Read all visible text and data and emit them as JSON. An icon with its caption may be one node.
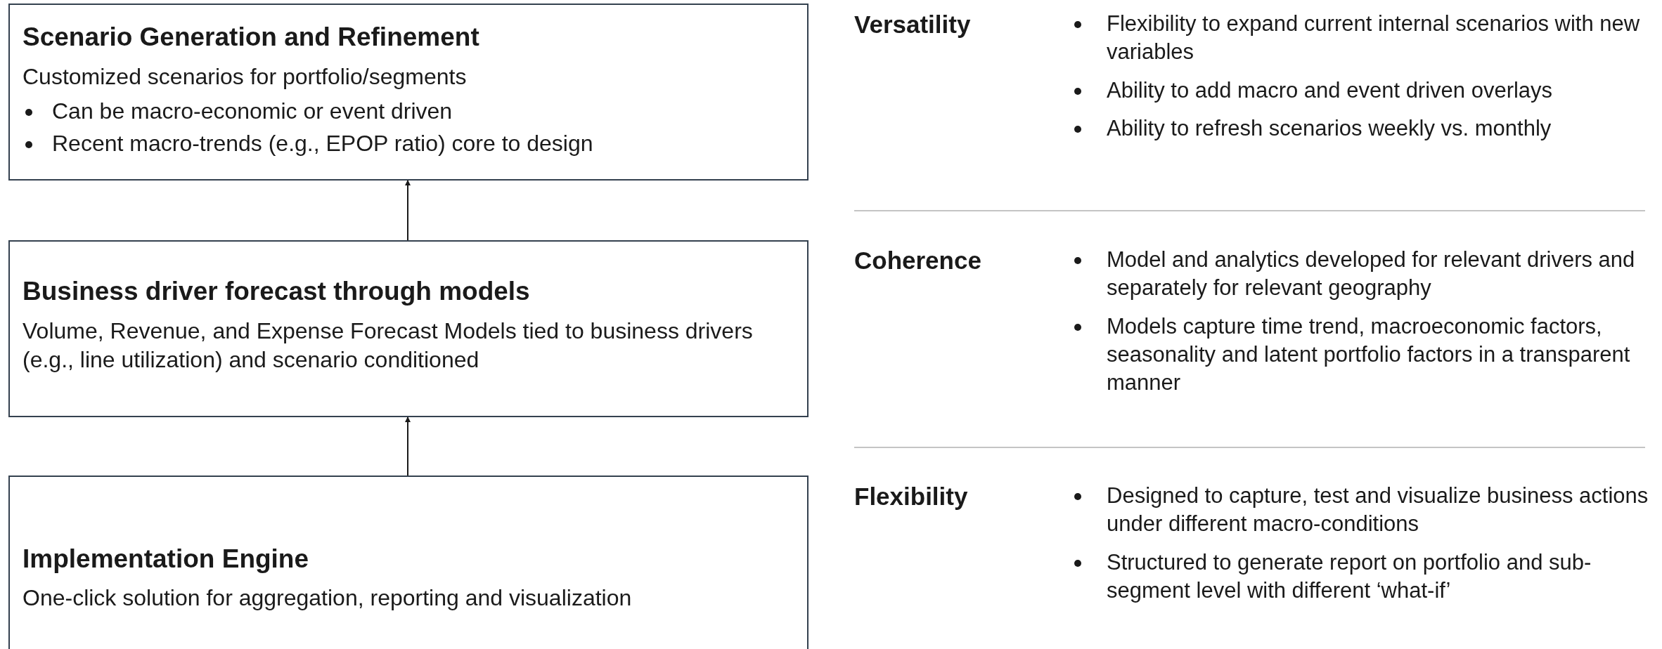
{
  "diagram": {
    "nodes": [
      {
        "text": [
          "Scenario Generation and Refinement",
          "Customized scenarios for portfolio/segments",
          "Can be macro-economic or event driven",
          "Recent macro-trends (e.g., EPOP ratio) core to design"
        ]
      },
      {
        "text": [
          "Business driver forecast through models",
          "Volume, Revenue, and Expense Forecast Models tied to business drivers (e.g., line utilization) and scenario conditioned"
        ]
      },
      {
        "text": [
          "Implementation Engine",
          "One-click solution for aggregation, reporting and visualization"
        ]
      }
    ],
    "edges": [
      {
        "from": 1,
        "to": 0,
        "arrow": "to"
      },
      {
        "from": 2,
        "to": 1,
        "arrow": "to"
      }
    ],
    "labels": [
      "Versatility",
      "Flexibility to expand current internal scenarios with new variables",
      "Ability to add macro and event driven overlays",
      "Ability to refresh scenarios weekly vs. monthly",
      "Coherence",
      "Model and analytics developed for relevant drivers and separately for relevant geography",
      "Models capture time trend, macroeconomic factors, seasonality and latent portfolio factors in a transparent manner",
      "Flexibility",
      "Designed to capture, test and visualize business actions under different macro-conditions",
      "Structured to generate report on portfolio and sub-segment level with different ‘what-if’"
    ]
  }
}
